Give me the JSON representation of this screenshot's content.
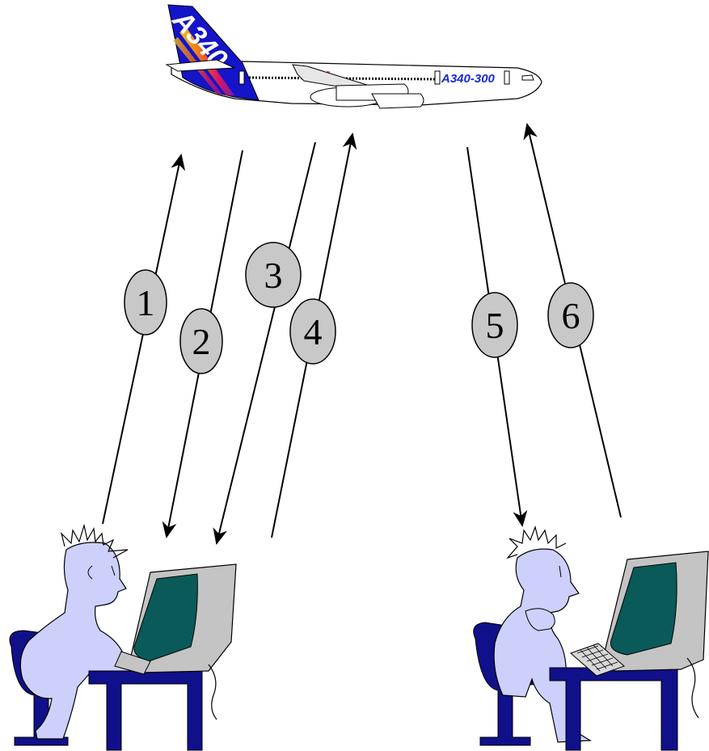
{
  "aircraft": {
    "tail_text": "A340",
    "fuselage_text": "A340-300"
  },
  "messages": [
    {
      "number": "1",
      "direction": "up"
    },
    {
      "number": "2",
      "direction": "down"
    },
    {
      "number": "3",
      "direction": "down"
    },
    {
      "number": "4",
      "direction": "up"
    },
    {
      "number": "5",
      "direction": "down"
    },
    {
      "number": "6",
      "direction": "up"
    }
  ],
  "colors": {
    "person_fill": "#cdd0fa",
    "chair": "#10108a",
    "monitor_body": "#c4c4c4",
    "screen": "#0a5a5a",
    "badge": "#c8c8c8",
    "tail_blue": "#1414c8"
  }
}
